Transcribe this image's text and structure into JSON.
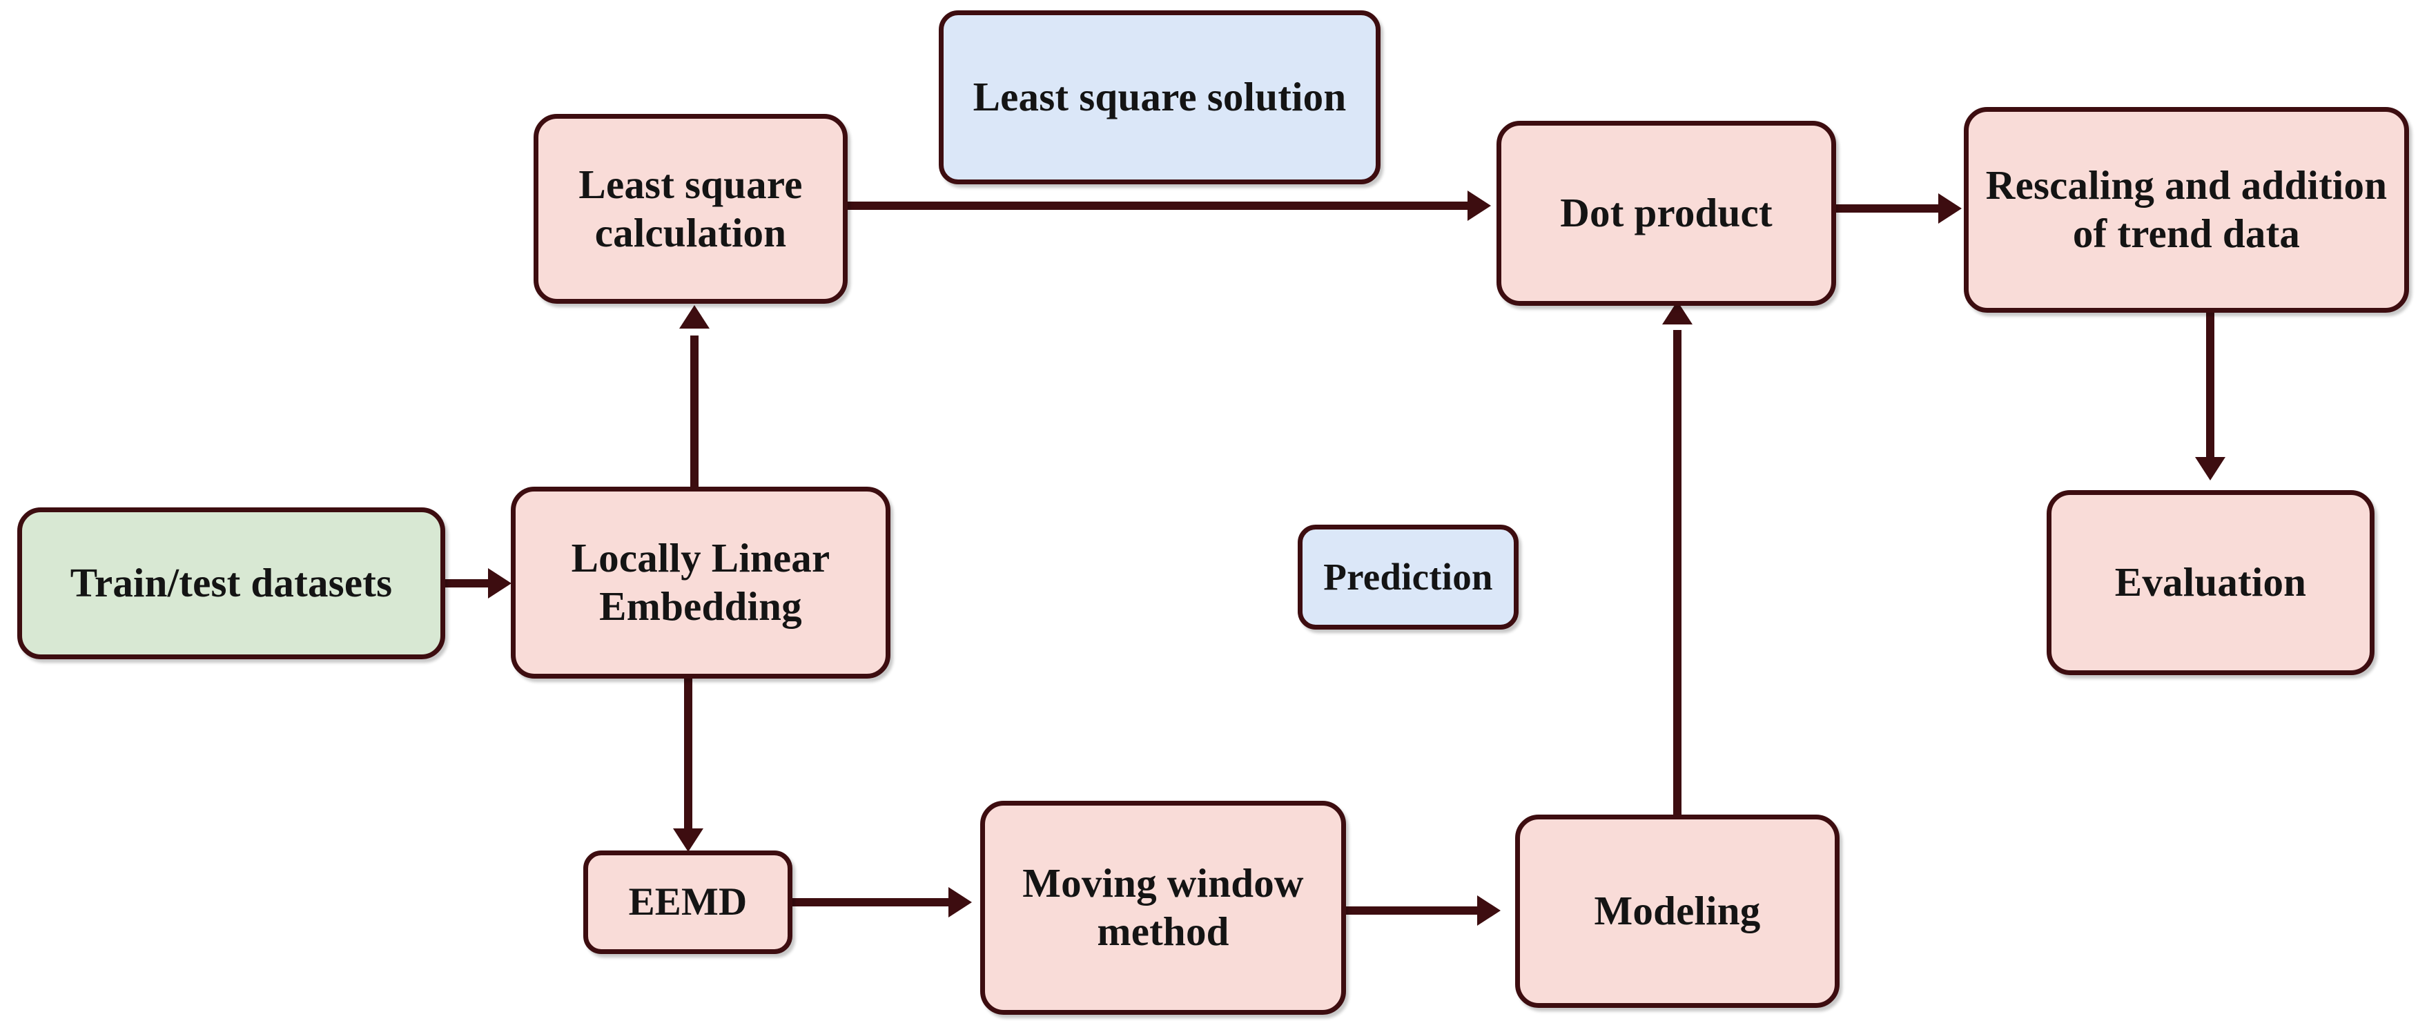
{
  "diagram": {
    "title": "LLE-EEMD prediction workflow flowchart",
    "palette": {
      "pink_fill": "#f9dcd8",
      "green_fill": "#d8e8d3",
      "blue_fill": "#dbe7f8",
      "stroke": "#3d0d10",
      "text": "#141414",
      "background": "#ffffff"
    },
    "nodes": [
      {
        "id": "train",
        "label": "Train/test datasets",
        "fill": "green"
      },
      {
        "id": "lle",
        "label": "Locally Linear Embedding",
        "fill": "pink"
      },
      {
        "id": "lsc",
        "label": "Least square calculation",
        "fill": "pink"
      },
      {
        "id": "lss",
        "label": "Least square solution",
        "fill": "blue"
      },
      {
        "id": "dot",
        "label": "Dot product",
        "fill": "pink"
      },
      {
        "id": "rescale",
        "label": "Rescaling and addition of trend data",
        "fill": "pink"
      },
      {
        "id": "eval",
        "label": "Evaluation",
        "fill": "pink"
      },
      {
        "id": "pred",
        "label": "Prediction",
        "fill": "blue"
      },
      {
        "id": "eemd",
        "label": "EEMD",
        "fill": "pink"
      },
      {
        "id": "mwm",
        "label": "Moving window method",
        "fill": "pink"
      },
      {
        "id": "model",
        "label": "Modeling",
        "fill": "pink"
      }
    ],
    "edges": [
      {
        "from": "train",
        "to": "lle",
        "direction": "right"
      },
      {
        "from": "lle",
        "to": "lsc",
        "direction": "up"
      },
      {
        "from": "lsc",
        "to": "dot",
        "direction": "right"
      },
      {
        "from": "dot",
        "to": "rescale",
        "direction": "right"
      },
      {
        "from": "rescale",
        "to": "eval",
        "direction": "down"
      },
      {
        "from": "lle",
        "to": "eemd",
        "direction": "down"
      },
      {
        "from": "eemd",
        "to": "mwm",
        "direction": "right"
      },
      {
        "from": "mwm",
        "to": "model",
        "direction": "right"
      },
      {
        "from": "model",
        "to": "dot",
        "direction": "up"
      }
    ]
  }
}
